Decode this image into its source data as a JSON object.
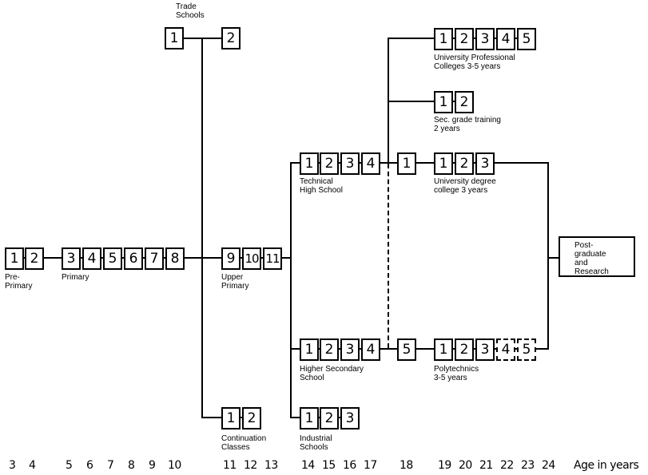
{
  "labels": {
    "trade_schools": "Trade\nSchools",
    "pre_primary": "Pre-\nPrimary",
    "primary": "Primary",
    "upper_primary": "Upper\nPrimary",
    "continuation": "Continuation\nClasses",
    "technical": "Technical\nHigh School",
    "higher_secondary": "Higher Secondary\nSchool",
    "industrial": "Industrial\nSchools",
    "univ_professional": "University Professional\nColleges 3-5 years",
    "sec_grade": "Sec. grade training\n2 years",
    "univ_degree": "University degree\ncollege 3 years",
    "polytechnics": "Polytechnics\n3-5 years",
    "postgraduate": "Post-\ngraduate\nand\nResearch"
  },
  "boxes": {
    "trade": [
      "1",
      "2"
    ],
    "pre_primary": [
      "1",
      "2"
    ],
    "primary": [
      "3",
      "4",
      "5",
      "6",
      "7",
      "8"
    ],
    "upper_primary": [
      "9",
      "10",
      "11"
    ],
    "continuation": [
      "1",
      "2"
    ],
    "technical": [
      "1",
      "2",
      "3",
      "4"
    ],
    "technical_bridge": "1",
    "higher_secondary": [
      "1",
      "2",
      "3",
      "4"
    ],
    "hs_bridge": "5",
    "industrial": [
      "1",
      "2",
      "3"
    ],
    "univ_professional": [
      "1",
      "2",
      "3",
      "4",
      "5"
    ],
    "sec_grade": [
      "1",
      "2"
    ],
    "univ_degree": [
      "1",
      "2",
      "3"
    ],
    "polytechnics": [
      "1",
      "2",
      "3",
      "4",
      "5"
    ]
  },
  "age_axis": {
    "ticks": [
      "3",
      "4",
      "5",
      "6",
      "7",
      "8",
      "9",
      "10",
      "11",
      "12",
      "13",
      "14",
      "15",
      "16",
      "17",
      "18",
      "19",
      "20",
      "21",
      "22",
      "23",
      "24"
    ],
    "label": "Age in years"
  }
}
